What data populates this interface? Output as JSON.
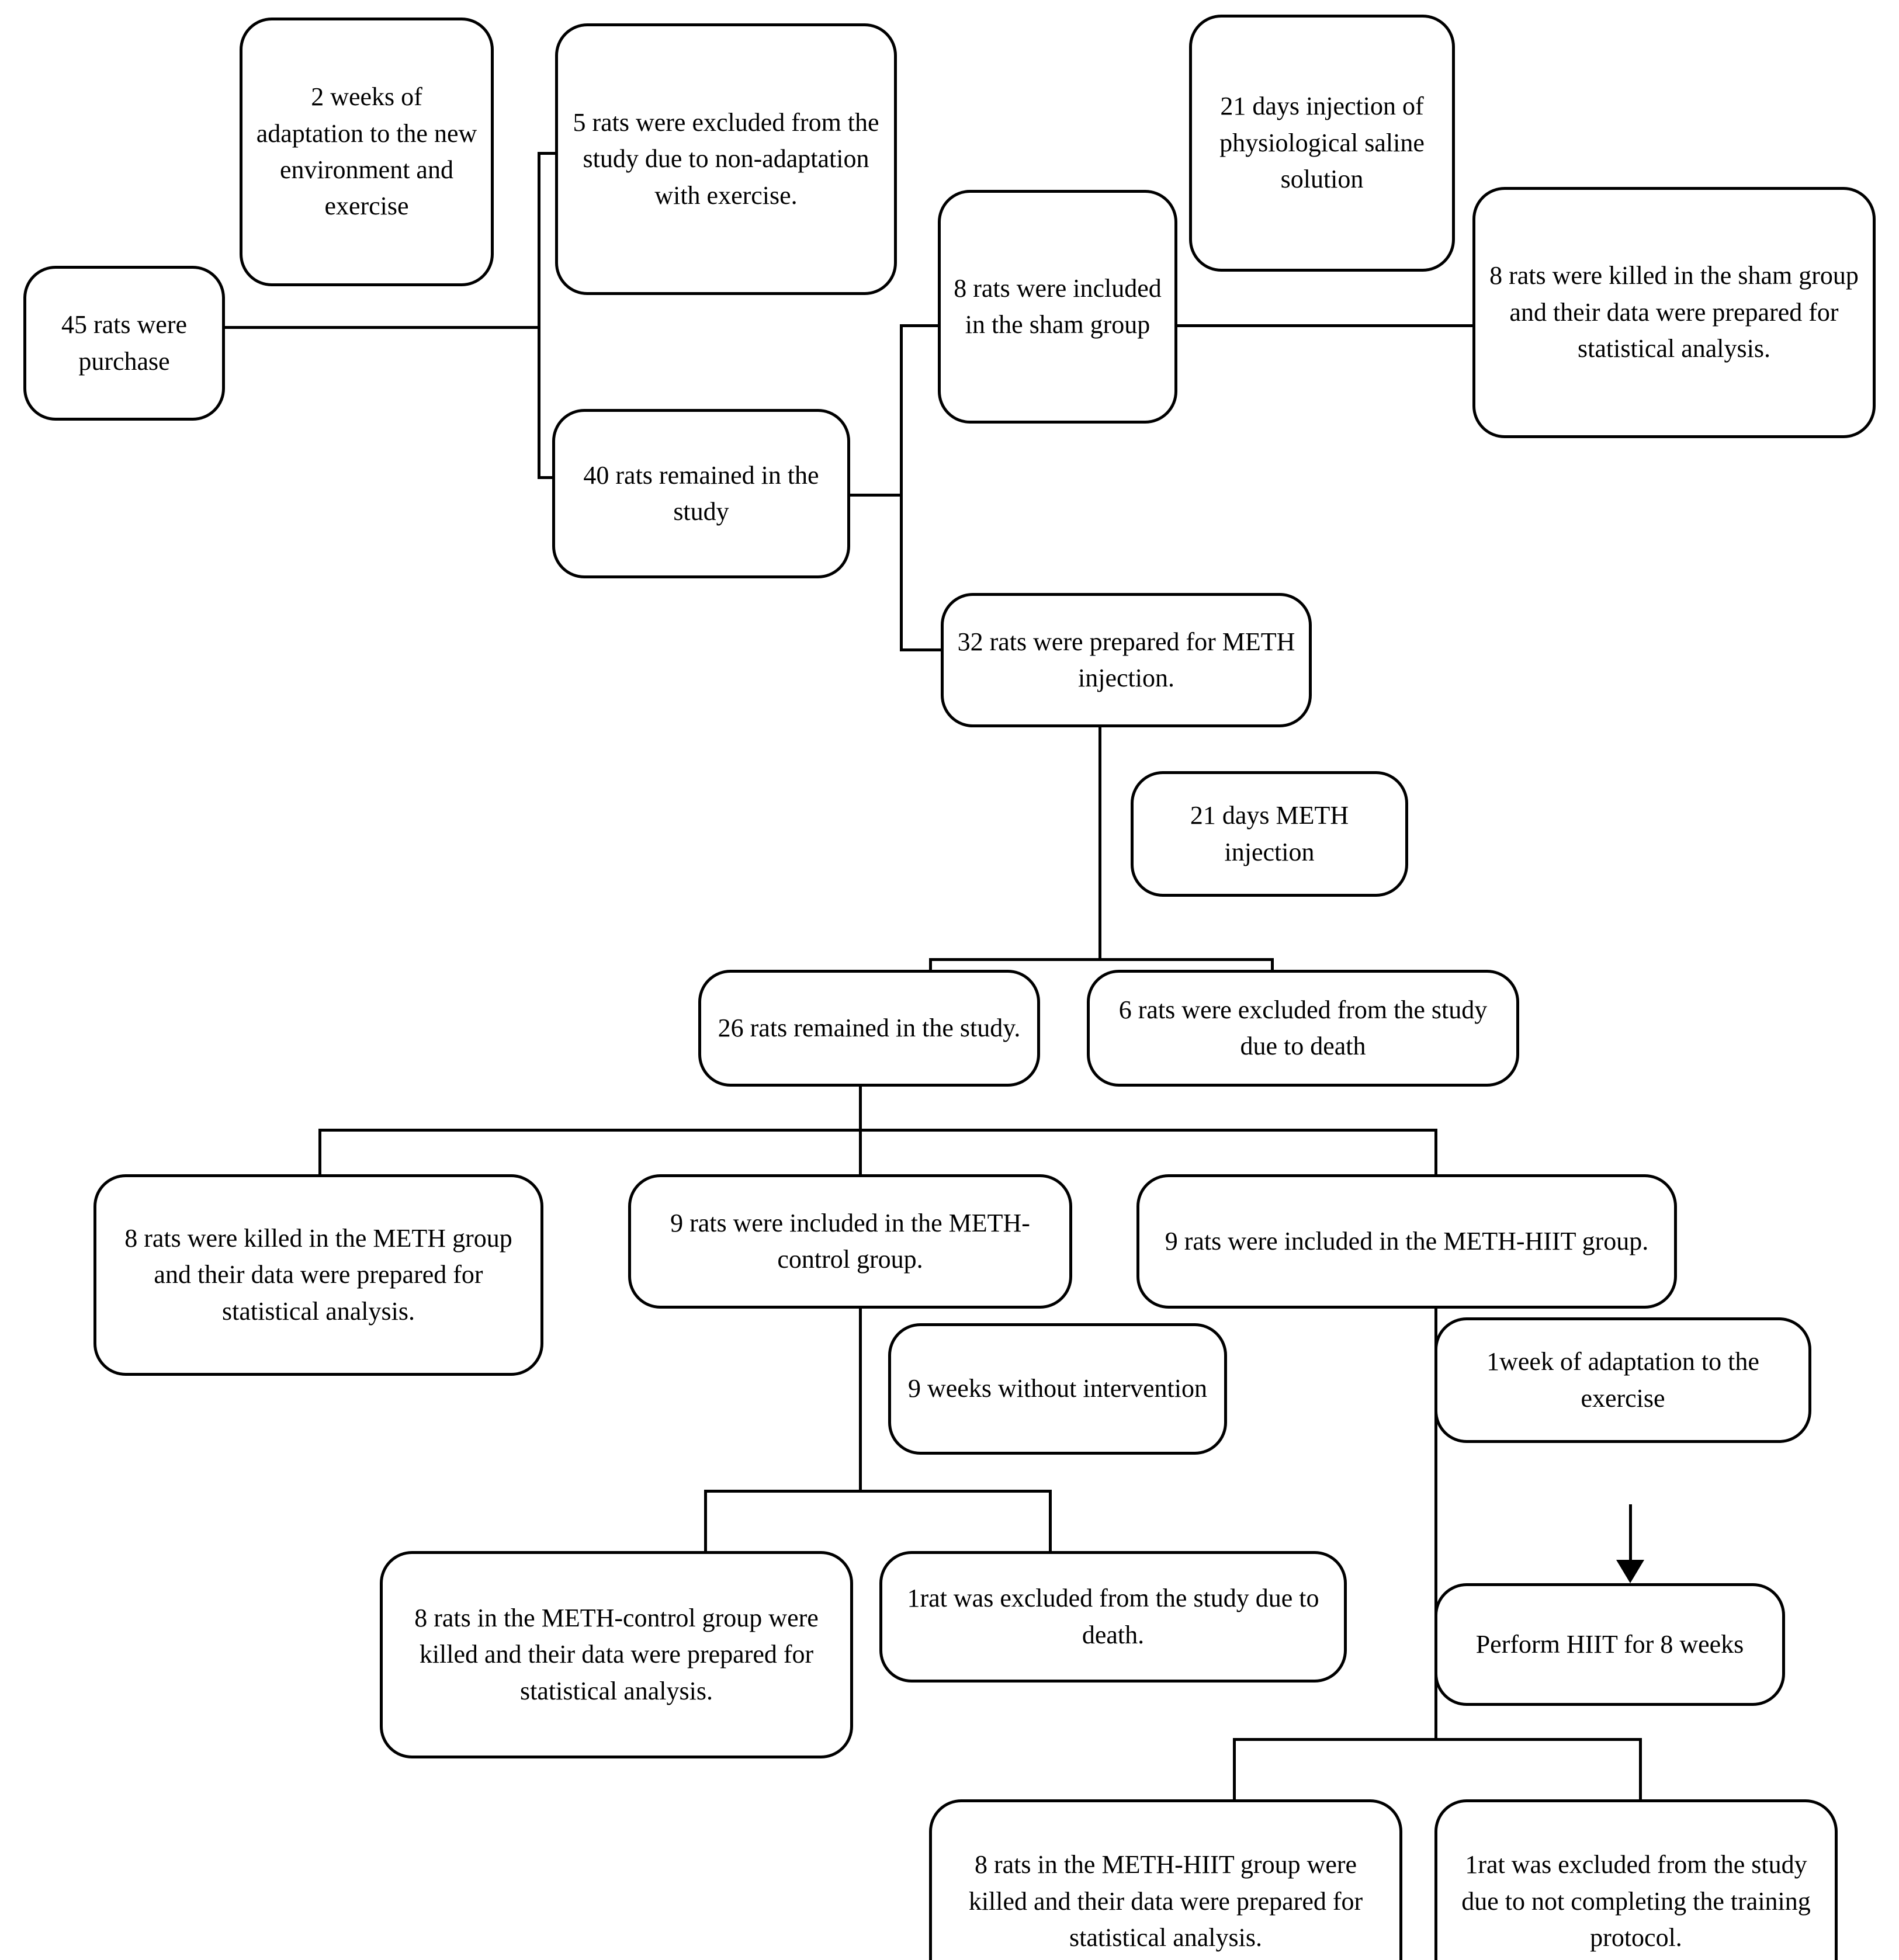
{
  "diagram": {
    "title": "Study flow diagram of rat allocation (CONSORT-style flowchart)",
    "colors": {
      "background": "#ffffff",
      "stroke": "#000000",
      "text": "#000000"
    },
    "nodes": [
      {
        "id": "purchased",
        "label": "45 rats were purchase"
      },
      {
        "id": "adaptation",
        "label": "2 weeks of adaptation to the new environment and exercise"
      },
      {
        "id": "excluded5",
        "label": "5 rats were excluded from the study due to non-adaptation with exercise."
      },
      {
        "id": "remained40",
        "label": "40 rats remained in the study"
      },
      {
        "id": "sham8",
        "label": "8 rats were included in the sham group"
      },
      {
        "id": "saline21",
        "label": "21 days injection of physiological saline solution"
      },
      {
        "id": "shamKilled8",
        "label": "8 rats were killed in the sham group and their data were prepared for statistical analysis."
      },
      {
        "id": "methPrep32",
        "label": "32 rats were prepared for METH injection."
      },
      {
        "id": "meth21",
        "label": "21 days METH injection"
      },
      {
        "id": "remained26",
        "label": "26 rats remained in the study."
      },
      {
        "id": "excluded6",
        "label": "6 rats were excluded from the study due to death"
      },
      {
        "id": "methKilled8",
        "label": "8 rats were killed in the METH group and their data were prepared for statistical analysis."
      },
      {
        "id": "methControl9",
        "label": "9 rats were included in the METH-control group."
      },
      {
        "id": "methHiit9",
        "label": "9 rats were included in the METH-HIIT group."
      },
      {
        "id": "weeks9",
        "label": "9 weeks without intervention"
      },
      {
        "id": "adapt1week",
        "label": "1week of adaptation to the exercise"
      },
      {
        "id": "controlKilled8",
        "label": "8 rats in the METH-control group were killed and their data were prepared for statistical analysis."
      },
      {
        "id": "excluded1death",
        "label": "1rat was excluded from the study due to death."
      },
      {
        "id": "performHiit",
        "label": "Perform HIIT for 8 weeks"
      },
      {
        "id": "hiitKilled8",
        "label": "8 rats in the METH-HIIT group were killed and their data were prepared for statistical analysis."
      },
      {
        "id": "excluded1protocol",
        "label": "1rat was excluded from the study due to not completing the training protocol."
      }
    ]
  }
}
